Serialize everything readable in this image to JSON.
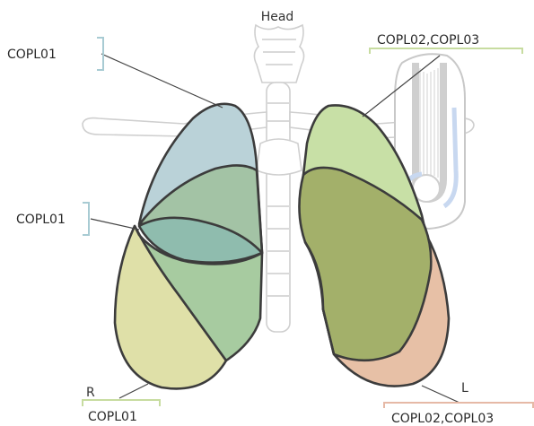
{
  "orientation": {
    "top": "Head",
    "right_side": "R",
    "left_side": "L"
  },
  "callouts": {
    "right_upper": "COPL01",
    "right_middle": "COPL01",
    "right_lower": "COPL01",
    "left_upper": "COPL02,COPL03",
    "left_lower": "COPL02,COPL03"
  },
  "colors": {
    "right_upper_lobe": "#b9d1d6",
    "right_middle_lobe": "#9fc79a",
    "right_lower_lobe": "#dfe0a8",
    "left_upper_lobe": "#c7e0a5",
    "left_lower_lobe": "#e7bfa5",
    "overlap": "#9aae63",
    "bracket_teal": "#a8cbd3",
    "bracket_green": "#c7dca0",
    "bracket_peach": "#e6b9a6"
  }
}
